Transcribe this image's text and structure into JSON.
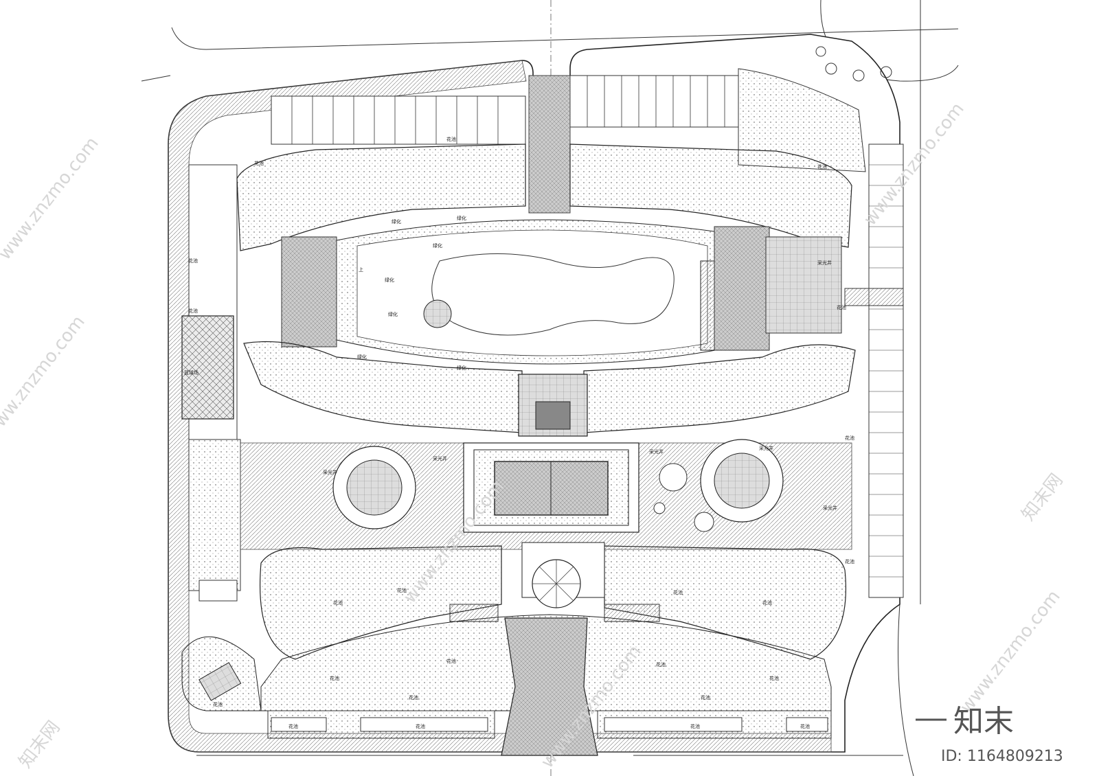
{
  "labels": {
    "planter": "花池",
    "greening": "绿化",
    "shelter": "采光井",
    "up": "上",
    "sports": "篮球场"
  },
  "watermark": {
    "site": "www.znzmo.com",
    "brand": "知末网"
  },
  "logo": {
    "text": "知末",
    "id": "ID: 1164809213"
  }
}
